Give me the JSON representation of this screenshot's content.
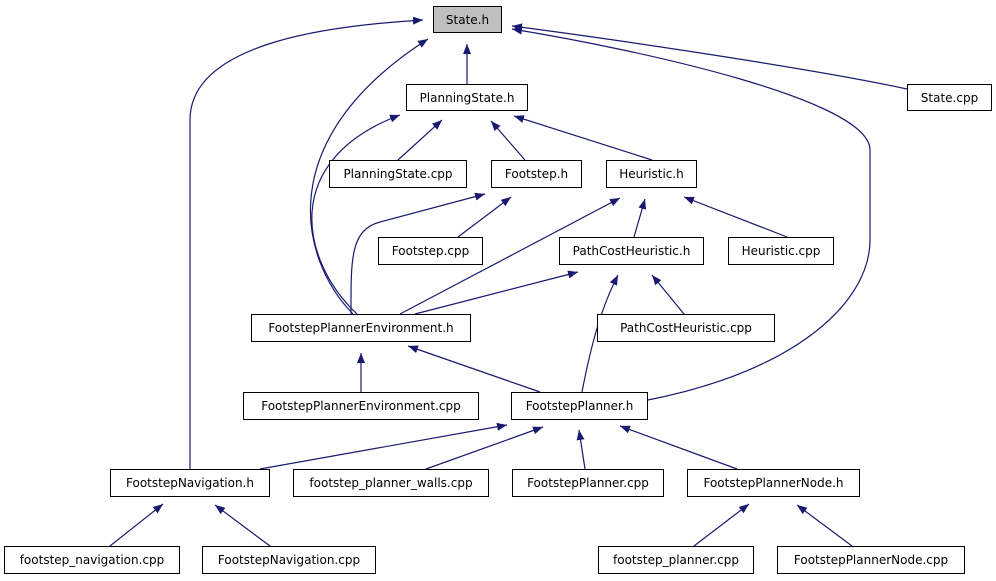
{
  "diagram": {
    "type": "include-dependency-graph",
    "edge_color": "#191970",
    "root_fill": "#bfbfbf",
    "nodes": [
      {
        "id": "state_h",
        "label": "State.h",
        "root": true
      },
      {
        "id": "planningstate_h",
        "label": "PlanningState.h"
      },
      {
        "id": "state_cpp",
        "label": "State.cpp"
      },
      {
        "id": "planningstate_cpp",
        "label": "PlanningState.cpp"
      },
      {
        "id": "footstep_h",
        "label": "Footstep.h"
      },
      {
        "id": "heuristic_h",
        "label": "Heuristic.h"
      },
      {
        "id": "footstep_cpp",
        "label": "Footstep.cpp"
      },
      {
        "id": "pathcostheuristic_h",
        "label": "PathCostHeuristic.h"
      },
      {
        "id": "heuristic_cpp",
        "label": "Heuristic.cpp"
      },
      {
        "id": "fpenv_h",
        "label": "FootstepPlannerEnvironment.h"
      },
      {
        "id": "pathcostheuristic_cpp",
        "label": "PathCostHeuristic.cpp"
      },
      {
        "id": "fpenv_cpp",
        "label": "FootstepPlannerEnvironment.cpp"
      },
      {
        "id": "footstepplanner_h",
        "label": "FootstepPlanner.h"
      },
      {
        "id": "footstepnavigation_h",
        "label": "FootstepNavigation.h"
      },
      {
        "id": "fp_walls_cpp",
        "label": "footstep_planner_walls.cpp"
      },
      {
        "id": "footstepplanner_cpp",
        "label": "FootstepPlanner.cpp"
      },
      {
        "id": "footstepplannernode_h",
        "label": "FootstepPlannerNode.h"
      },
      {
        "id": "footstep_navigation_cpp",
        "label": "footstep_navigation.cpp"
      },
      {
        "id": "footstepnavigation_cpp",
        "label": "FootstepNavigation.cpp"
      },
      {
        "id": "footstep_planner_cpp",
        "label": "footstep_planner.cpp"
      },
      {
        "id": "footstepplannernode_cpp",
        "label": "FootstepPlannerNode.cpp"
      }
    ],
    "edges": [
      {
        "from": "planningstate_h",
        "to": "state_h"
      },
      {
        "from": "state_cpp",
        "to": "state_h"
      },
      {
        "from": "footstepnavigation_h",
        "to": "state_h"
      },
      {
        "from": "fpenv_h",
        "to": "state_h"
      },
      {
        "from": "footstepplanner_h",
        "to": "state_h"
      },
      {
        "from": "planningstate_cpp",
        "to": "planningstate_h"
      },
      {
        "from": "footstep_h",
        "to": "planningstate_h"
      },
      {
        "from": "heuristic_h",
        "to": "planningstate_h"
      },
      {
        "from": "fpenv_h",
        "to": "planningstate_h"
      },
      {
        "from": "footstep_cpp",
        "to": "footstep_h"
      },
      {
        "from": "fpenv_h",
        "to": "footstep_h"
      },
      {
        "from": "pathcostheuristic_h",
        "to": "heuristic_h"
      },
      {
        "from": "heuristic_cpp",
        "to": "heuristic_h"
      },
      {
        "from": "fpenv_h",
        "to": "heuristic_h"
      },
      {
        "from": "fpenv_h",
        "to": "pathcostheuristic_h"
      },
      {
        "from": "pathcostheuristic_cpp",
        "to": "pathcostheuristic_h"
      },
      {
        "from": "footstepplanner_h",
        "to": "pathcostheuristic_h"
      },
      {
        "from": "fpenv_cpp",
        "to": "fpenv_h"
      },
      {
        "from": "footstepplanner_h",
        "to": "fpenv_h"
      },
      {
        "from": "footstepnavigation_h",
        "to": "footstepplanner_h"
      },
      {
        "from": "fp_walls_cpp",
        "to": "footstepplanner_h"
      },
      {
        "from": "footstepplanner_cpp",
        "to": "footstepplanner_h"
      },
      {
        "from": "footstepplannernode_h",
        "to": "footstepplanner_h"
      },
      {
        "from": "footstep_navigation_cpp",
        "to": "footstepnavigation_h"
      },
      {
        "from": "footstepnavigation_cpp",
        "to": "footstepnavigation_h"
      },
      {
        "from": "footstep_planner_cpp",
        "to": "footstepplannernode_h"
      },
      {
        "from": "footstepplannernode_cpp",
        "to": "footstepplannernode_h"
      }
    ]
  }
}
